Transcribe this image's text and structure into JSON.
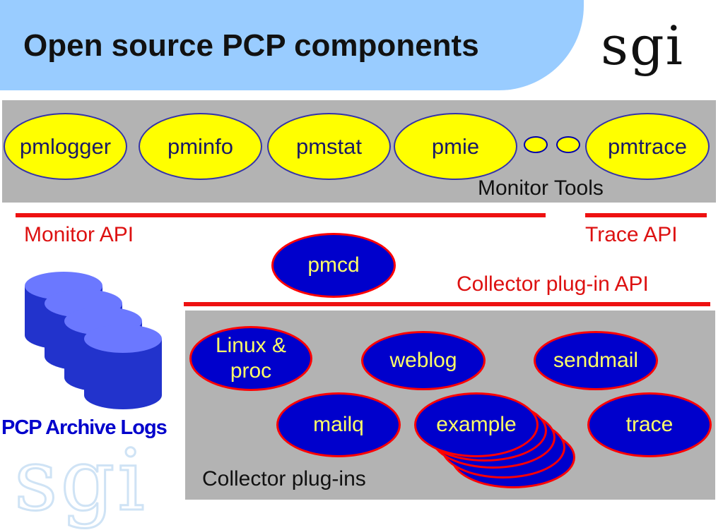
{
  "title": "Open source PCP components",
  "logo_text": "sgi",
  "watermark_text": "sgi",
  "monitor_tools": {
    "items": [
      "pmlogger",
      "pminfo",
      "pmstat",
      "pmie",
      "pmtrace"
    ],
    "label": "Monitor Tools"
  },
  "apis": {
    "monitor": "Monitor API",
    "trace": "Trace API",
    "collector": "Collector plug-in API"
  },
  "pmcd": "pmcd",
  "archive_label": "PCP Archive Logs",
  "collectors": {
    "items": [
      "Linux &\nproc",
      "weblog",
      "sendmail",
      "mailq",
      "example",
      "trace"
    ],
    "label": "Collector plug-ins"
  },
  "colors": {
    "title_bg": "#99ccff",
    "panel_bg": "#b3b3b3",
    "tool_fill": "#ffff00",
    "agent_fill": "#0000cc",
    "api_red": "#ee1111",
    "archive_blue": "#2233cc"
  }
}
